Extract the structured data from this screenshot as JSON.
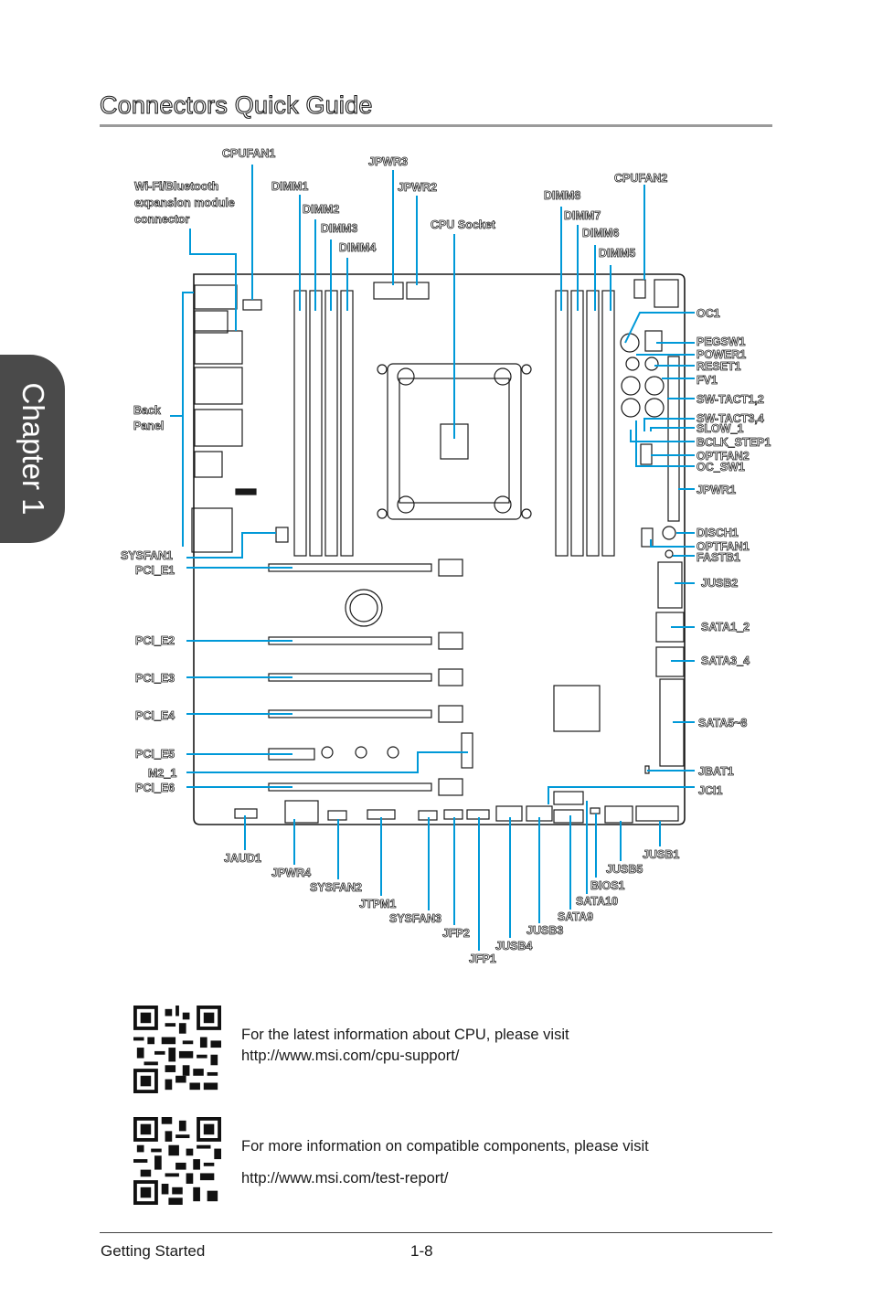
{
  "chapter_tab": "Chapter 1",
  "page_title": "Connectors Quick Guide",
  "diagram": {
    "labels": {
      "cpufan1": "CPUFAN1",
      "wifi_line1": "Wi-Fi/Bluetooth",
      "wifi_line2": "expansion module",
      "wifi_line3": "connector",
      "dimm1": "DIMM1",
      "dimm2": "DIMM2",
      "dimm3": "DIMM3",
      "dimm4": "DIMM4",
      "jpwr3": "JPWR3",
      "jpwr2": "JPWR2",
      "cpu_socket": "CPU Socket",
      "dimm8": "DIMM8",
      "dimm7": "DIMM7",
      "dimm6": "DIMM6",
      "dimm5": "DIMM5",
      "cpufan2": "CPUFAN2",
      "back_panel_1": "Back",
      "back_panel_2": "Panel",
      "sysfan1": "SYSFAN1",
      "pci_e1": "PCI_E1",
      "pci_e2": "PCI_E2",
      "pci_e3": "PCI_E3",
      "pci_e4": "PCI_E4",
      "pci_e5": "PCI_E5",
      "m2_1": "M2_1",
      "pci_e6": "PCI_E6",
      "oc1": "OC1",
      "pegsw1": "PEGSW1",
      "power1": "POWER1",
      "reset1": "RESET1",
      "fv1": "FV1",
      "sw_tact12": "SW-TACT1,2",
      "sw_tact34": "SW-TACT3,4",
      "slow1": "SLOW_1",
      "bclk_step1": "BCLK_STEP1",
      "optfan2": "OPTFAN2",
      "oc_sw1": "OC_SW1",
      "jpwr1": "JPWR1",
      "disch1": "DISCH1",
      "optfan1": "OPTFAN1",
      "fastb1": "FASTB1",
      "jusb2": "JUSB2",
      "sata1_2": "SATA1_2",
      "sata3_4": "SATA3_4",
      "sata5_8": "SATA5~8",
      "jbat1": "JBAT1",
      "jci1": "JCI1",
      "jaud1": "JAUD1",
      "jpwr4": "JPWR4",
      "sysfan2": "SYSFAN2",
      "jtpm1": "JTPM1",
      "sysfan3": "SYSFAN3",
      "jfp2": "JFP2",
      "jusb4": "JUSB4",
      "jfp1": "JFP1",
      "jusb3": "JUSB3",
      "sata9": "SATA9",
      "sata10": "SATA10",
      "bios1": "BIOS1",
      "jusb5": "JUSB5",
      "jusb1": "JUSB1"
    }
  },
  "qr_blocks": [
    {
      "line1": "For the latest information about CPU, please visit",
      "line2": "http://www.msi.com/cpu-support/"
    },
    {
      "line1": "For more information on compatible components, please visit",
      "line2": "http://www.msi.com/test-report/"
    }
  ],
  "footer": {
    "section": "Getting Started",
    "page_number": "1-8"
  },
  "colors": {
    "leader_line": "#0099d8",
    "outline": "#1a1a1a",
    "chapter_tab": "#4a4a4a"
  }
}
